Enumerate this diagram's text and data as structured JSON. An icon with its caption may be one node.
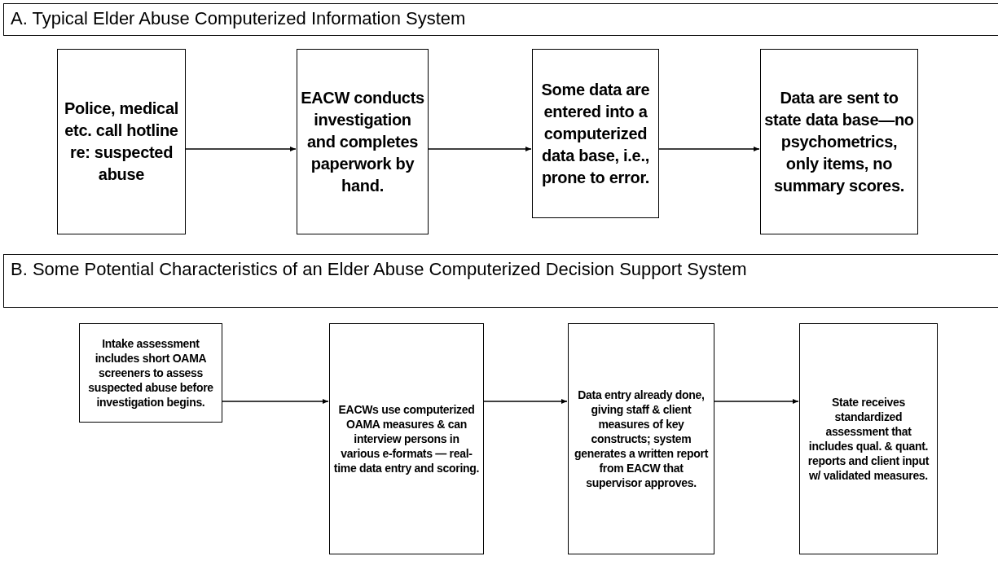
{
  "diagram": {
    "nodes": [
      {
        "text": [
          "A. Typical Elder Abuse Computerized Information System"
        ]
      },
      {
        "text": [
          "Police, medical etc. call hotline re: suspected abuse"
        ]
      },
      {
        "text": [
          "EACW conducts investigation and completes paperwork by hand."
        ]
      },
      {
        "text": [
          "Some data are entered into a computerized data base, i.e., prone to error."
        ]
      },
      {
        "text": [
          "Data are sent to state data base—no psychometrics, only items, no summary scores."
        ]
      },
      {
        "text": [
          "B. Some Potential Characteristics of an Elder Abuse Computerized Decision Support System"
        ]
      },
      {
        "text": [
          "Intake assessment includes short OAMA screeners to assess suspected abuse before investigation begins."
        ]
      },
      {
        "text": [
          "EACWs use computerized OAMA measures & can interview persons in various e-formats — real-time data entry and scoring."
        ]
      },
      {
        "text": [
          "Data entry already done, giving staff & client measures of key constructs; system generates a written report from EACW that supervisor approves."
        ]
      },
      {
        "text": [
          "State receives standardized assessment that includes qual. & quant. reports and client input w/ validated measures."
        ]
      }
    ],
    "edges": [
      {
        "from": 1,
        "to": 2,
        "arrow": "to"
      },
      {
        "from": 2,
        "to": 3,
        "arrow": "to"
      },
      {
        "from": 3,
        "to": 4,
        "arrow": "to"
      },
      {
        "from": 6,
        "to": 7,
        "arrow": "to"
      },
      {
        "from": 7,
        "to": 8,
        "arrow": "to"
      },
      {
        "from": 8,
        "to": 9,
        "arrow": "to"
      }
    ]
  }
}
